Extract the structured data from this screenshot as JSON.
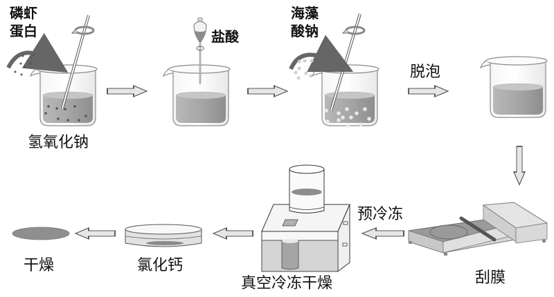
{
  "title": "海藻酸钠/磷虾蛋白复合膜制备流程",
  "steps": [
    {
      "id": "dissolve",
      "reagent_line1": "磷虾",
      "reagent_line2": "蛋白",
      "label": "氢氧化钠"
    },
    {
      "id": "acidify",
      "reagent": "盐酸"
    },
    {
      "id": "add_alginate",
      "reagent_line1": "海藻",
      "reagent_line2": "酸钠"
    },
    {
      "id": "degas",
      "label": "脱泡"
    },
    {
      "id": "cast",
      "label": "刮膜"
    },
    {
      "id": "prefreeze",
      "label": "预冷冻"
    },
    {
      "id": "freeze_dry",
      "label": "真空冷冻干燥"
    },
    {
      "id": "crosslink",
      "label": "氯化钙"
    },
    {
      "id": "dry",
      "label": "干燥"
    }
  ],
  "colors": {
    "liquid": "#9a9a9a",
    "liquid_light": "#bdbdbd",
    "glass_outline": "#7a7a7a",
    "arrow_fill": "#e6e6e6",
    "arrow_stroke": "#555555",
    "film": "#8c8c8c"
  }
}
